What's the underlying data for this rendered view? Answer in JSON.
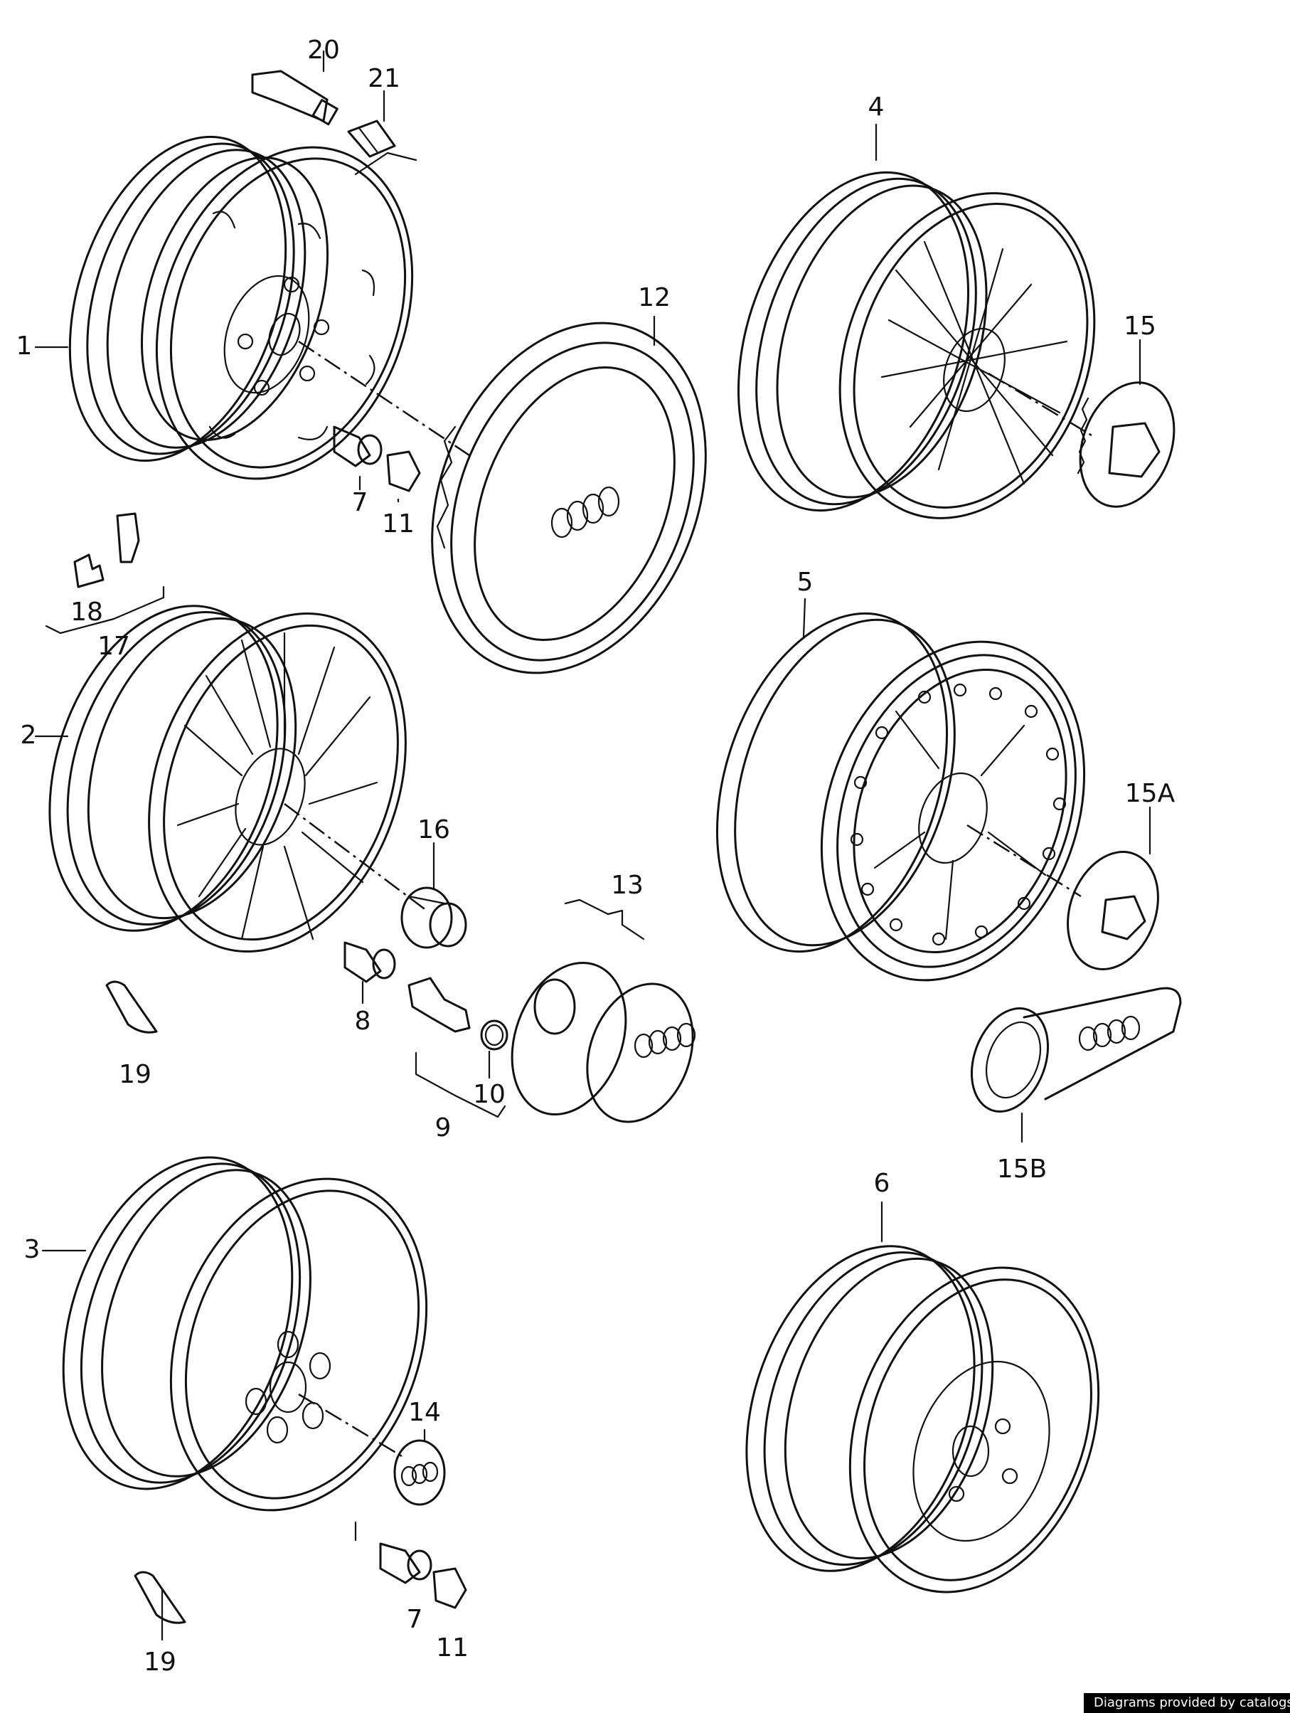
{
  "diagram": {
    "callouts": [
      {
        "id": "1",
        "text": "1"
      },
      {
        "id": "2",
        "text": "2"
      },
      {
        "id": "3",
        "text": "3"
      },
      {
        "id": "4",
        "text": "4"
      },
      {
        "id": "5",
        "text": "5"
      },
      {
        "id": "6",
        "text": "6"
      },
      {
        "id": "7a",
        "text": "7"
      },
      {
        "id": "7b",
        "text": "7"
      },
      {
        "id": "8",
        "text": "8"
      },
      {
        "id": "9",
        "text": "9"
      },
      {
        "id": "10",
        "text": "10"
      },
      {
        "id": "11a",
        "text": "11"
      },
      {
        "id": "11b",
        "text": "11"
      },
      {
        "id": "12",
        "text": "12"
      },
      {
        "id": "13",
        "text": "13"
      },
      {
        "id": "14",
        "text": "14"
      },
      {
        "id": "15",
        "text": "15"
      },
      {
        "id": "15A",
        "text": "15A"
      },
      {
        "id": "15B",
        "text": "15B"
      },
      {
        "id": "16",
        "text": "16"
      },
      {
        "id": "17",
        "text": "17"
      },
      {
        "id": "18",
        "text": "18"
      },
      {
        "id": "19a",
        "text": "19"
      },
      {
        "id": "19b",
        "text": "19"
      },
      {
        "id": "20",
        "text": "20"
      },
      {
        "id": "21",
        "text": "21"
      }
    ]
  },
  "footer": {
    "credit": "Diagrams provided by catalogs parts"
  },
  "colors": {
    "line": "#111111",
    "background": "#ffffff",
    "credit_bg": "#000000",
    "credit_text": "#ffffff"
  }
}
